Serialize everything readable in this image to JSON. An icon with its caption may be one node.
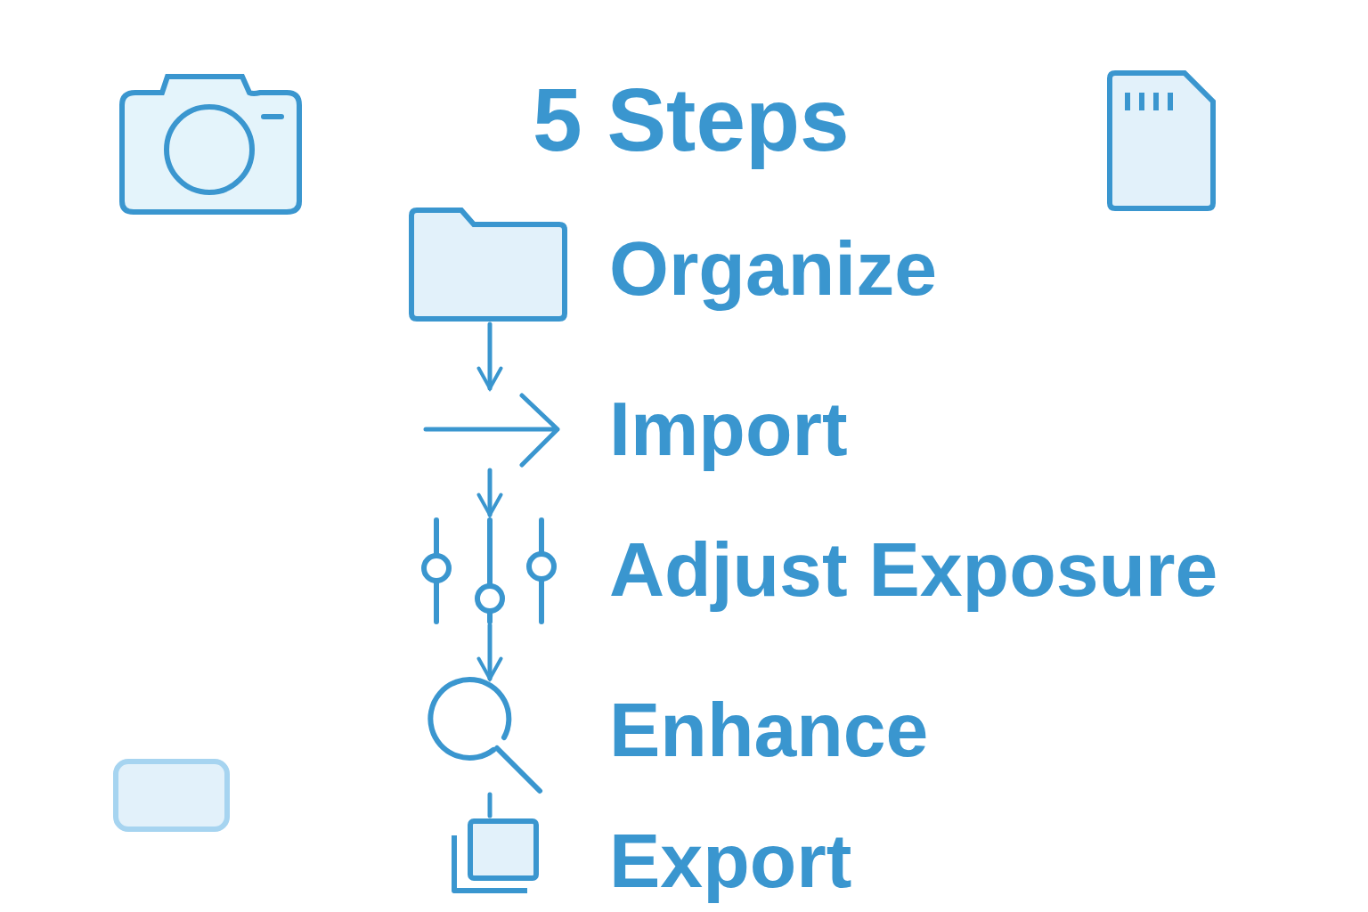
{
  "diagram": {
    "title": "5 Steps",
    "nodes": [
      {
        "text": [],
        "shape": "box",
        "beside": [
          "Organize"
        ]
      },
      {
        "text": [],
        "shape": "picture",
        "beside": [
          "Import"
        ]
      },
      {
        "text": [],
        "shape": "picture",
        "beside": [
          "Adjust Exposure"
        ]
      },
      {
        "text": [],
        "shape": "picture",
        "beside": [
          "Enhance"
        ]
      },
      {
        "text": [],
        "shape": "box",
        "beside": [
          "Export"
        ]
      },
      {
        "text": [],
        "shape": "box"
      }
    ],
    "edges": [
      {
        "from": 0,
        "to": 1,
        "arrow": "to"
      },
      {
        "from": 1,
        "to": 2,
        "arrow": "to"
      },
      {
        "from": 2,
        "to": 3,
        "arrow": "to"
      },
      {
        "from": 3,
        "to": 4,
        "arrow": "none"
      }
    ]
  }
}
